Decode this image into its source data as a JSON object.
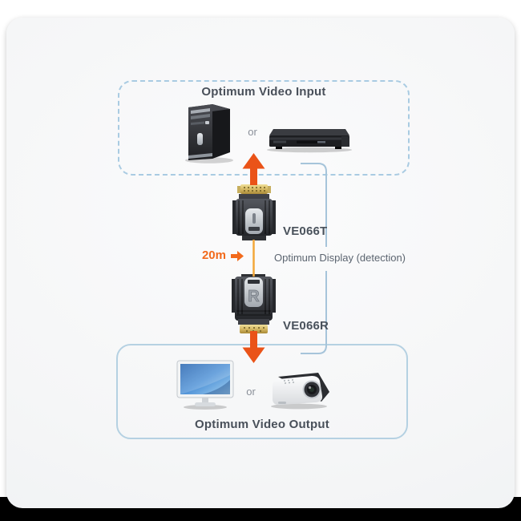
{
  "card": {
    "input_box": {
      "title": "Optimum Video Input",
      "or_label": "or"
    },
    "transmitter": {
      "label": "VE066T"
    },
    "link": {
      "distance": "20m",
      "detection": "Optimum Display (detection)"
    },
    "receiver": {
      "label": "VE066R",
      "badge": "R"
    },
    "output_box": {
      "title": "Optimum Video Output",
      "or_label": "or"
    }
  },
  "icons": {
    "input_devices": [
      "desktop-pc-icon",
      "dvd-player-icon"
    ],
    "output_devices": [
      "monitor-icon",
      "projector-icon"
    ],
    "connectors": [
      "arrow-up-icon",
      "arrow-right-icon",
      "arrow-down-icon",
      "detection-line"
    ]
  },
  "colors": {
    "arrow_orange": "#ea5318",
    "distance_orange": "#f26a1c",
    "cable_amber": "#f3a73a",
    "line_blue": "#a6c4da",
    "input_border": "#a9cbe2",
    "output_border": "#b5d1e2",
    "title_text": "#49505a",
    "device_label": "#4a525c",
    "detection_text": "#5c6570",
    "muted_text": "#8a9099",
    "bottom_bar": "#000000"
  }
}
